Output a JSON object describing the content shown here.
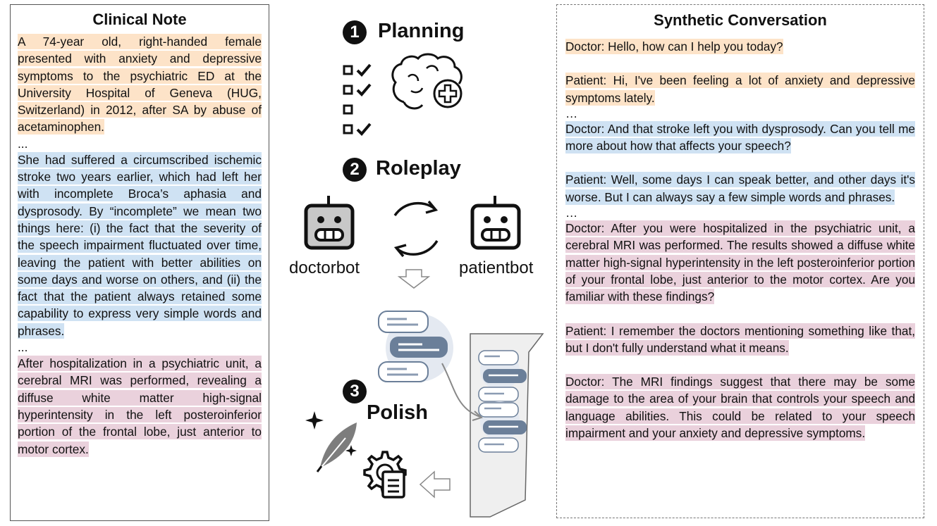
{
  "left_panel": {
    "title": "Clinical Note",
    "para1": "A 74-year old, right-handed female presented with anxiety and depressive symptoms to the psychiatric ED at the University Hospital of Geneva (HUG, Switzerland) in 2012, after SA by abuse of acetaminophen.",
    "ellipsis1": "...",
    "para2": "She had suffered a circumscribed ischemic stroke two years earlier, which had left her with incomplete Broca’s aphasia and dysprosody. By “incomplete” we mean two things here: (i) the fact that the severity of the speech impairment fluctuated over time, leaving the patient with better abilities on some days and worse on others, and (ii) the fact that the patient always retained some capability to express very simple words and phrases.",
    "ellipsis2": "...",
    "para3": "After hospitalization in a psychiatric unit, a cerebral MRI was performed, revealing a diffuse white matter high-signal hyperintensity in the left posteroinferior portion of the frontal lobe, just anterior to motor cortex."
  },
  "middle": {
    "step1": {
      "number": "1",
      "label": "Planning"
    },
    "step2": {
      "number": "2",
      "label": "Roleplay"
    },
    "step3": {
      "number": "3",
      "label": "Polish"
    },
    "doctorbot_label": "doctorbot",
    "patientbot_label": "patientbot"
  },
  "right_panel": {
    "title": "Synthetic Conversation",
    "turn1": "Doctor: Hello, how can I help you today?",
    "turn2": "Patient: Hi, I've been feeling a lot of anxiety and depressive symptoms lately.",
    "ellipsis1": "…",
    "turn3": "Doctor: And that stroke left you with dysprosody. Can you tell me more about how that affects your speech?",
    "turn4": "Patient: Well, some days I can speak better, and other days it's worse. But I can always say a few simple words and phrases.",
    "ellipsis2": "…",
    "turn5": "Doctor: After you were hospitalized in the psychiatric unit, a cerebral MRI was performed. The results showed a diffuse white matter high-signal hyperintensity in the left posteroinferior portion of your frontal lobe, just anterior to the motor cortex. Are you familiar with these findings?",
    "turn6": "Patient: I remember the doctors mentioning something like that, but I don't fully understand what it means.",
    "turn7": "Doctor: The MRI findings suggest that there may be some damage to the area of your brain that controls your speech and language abilities. This could be related to your speech impairment and your anxiety and depressive symptoms."
  },
  "colors": {
    "orange_highlight": "#fde3c8",
    "blue_highlight": "#cfe2f3",
    "pink_highlight": "#ead1dc",
    "bubble_dark": "#6b7f99",
    "bubble_light": "#e4e9f1"
  }
}
